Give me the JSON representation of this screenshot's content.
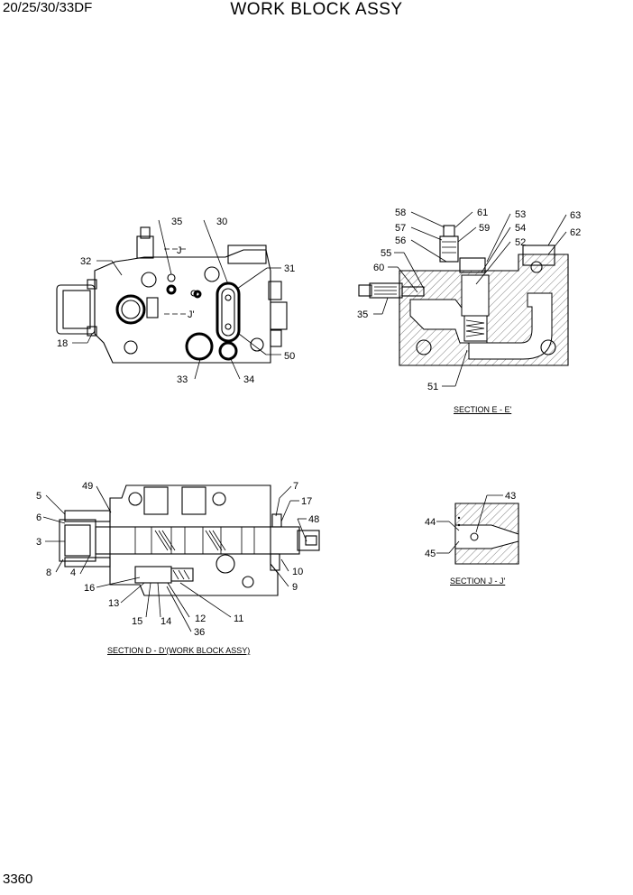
{
  "header": {
    "model": "20/25/30/33DF",
    "title": "WORK BLOCK ASSY"
  },
  "footer": {
    "page_number": "3360"
  },
  "views": {
    "front": {
      "section_marks": [
        "J",
        "J'"
      ],
      "part_labels": [
        "35",
        "30",
        "32",
        "31",
        "18",
        "50",
        "33",
        "34"
      ]
    },
    "section_e": {
      "caption": "SECTION E - E'",
      "part_labels": [
        "58",
        "61",
        "53",
        "63",
        "57",
        "59",
        "54",
        "62",
        "56",
        "52",
        "55",
        "60",
        "35",
        "51"
      ]
    },
    "section_d": {
      "caption": "SECTION D - D'(WORK BLOCK ASSY)",
      "part_labels": [
        "5",
        "49",
        "7",
        "17",
        "6",
        "48",
        "3",
        "8",
        "4",
        "10",
        "16",
        "9",
        "13",
        "15",
        "14",
        "12",
        "11",
        "36"
      ]
    },
    "section_j": {
      "caption": "SECTION J - J'",
      "part_labels": [
        "43",
        "44",
        "45"
      ]
    }
  }
}
